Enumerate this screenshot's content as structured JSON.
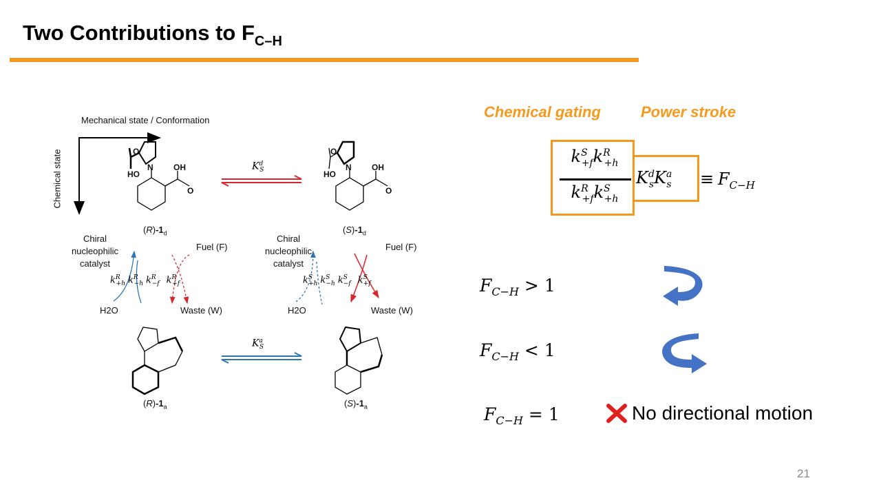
{
  "slide": {
    "title": "Two Contributions to F",
    "title_sub": "C–H",
    "page_number": "21",
    "accent_color": "#F39A1E"
  },
  "diagram": {
    "x_axis_label": "Mechanical state / Conformation",
    "y_axis_label": "Chemical state",
    "compounds": {
      "r_d": {
        "config": "R",
        "label": "-1",
        "sub": "d"
      },
      "s_d": {
        "config": "S",
        "label": "-1",
        "sub": "d"
      },
      "r_a": {
        "config": "R",
        "label": "-1",
        "sub": "a"
      },
      "s_a": {
        "config": "S",
        "label": "-1",
        "sub": "a"
      }
    },
    "atoms": {
      "o": "O",
      "oh": "OH",
      "ho": "HO",
      "n": "N"
    },
    "k_d": {
      "base": "K",
      "sup": "d",
      "sub": "S"
    },
    "k_a": {
      "base": "K",
      "sup": "a",
      "sub": "S"
    },
    "catalyst_lines": [
      "Chiral",
      "nucleophilic",
      "catalyst"
    ],
    "fuel": "Fuel (F)",
    "waste": "Waste (W)",
    "water": "H2O",
    "rates_r": [
      {
        "base": "k",
        "sup": "R",
        "sub": "+h"
      },
      {
        "base": "k",
        "sup": "R",
        "sub": "−h"
      },
      {
        "base": "k",
        "sup": "R",
        "sub": "−f"
      },
      {
        "base": "k",
        "sup": "R",
        "sub": "+f"
      }
    ],
    "rates_s": [
      {
        "base": "k",
        "sup": "S",
        "sub": "+h"
      },
      {
        "base": "k",
        "sup": "S",
        "sub": "−h"
      },
      {
        "base": "k",
        "sup": "S",
        "sub": "−f"
      },
      {
        "base": "k",
        "sup": "S",
        "sub": "+f"
      }
    ],
    "colors": {
      "red": "#D9262B",
      "blue": "#2E75B6"
    }
  },
  "equation": {
    "heading_gating": "Chemical gating",
    "heading_stroke": "Power stroke",
    "numerator": [
      {
        "base": "k",
        "sup": "S",
        "sub": "+f"
      },
      {
        "base": "k",
        "sup": "R",
        "sub": "+h"
      }
    ],
    "denominator": [
      {
        "base": "k",
        "sup": "R",
        "sub": "+f"
      },
      {
        "base": "k",
        "sup": "S",
        "sub": "+h"
      }
    ],
    "power": [
      {
        "base": "K",
        "sup": "d",
        "sub": "s"
      },
      {
        "base": "K",
        "sup": "a",
        "sub": "s"
      }
    ],
    "equiv": "≡",
    "result": {
      "base": "F",
      "sub": "C−H"
    }
  },
  "cases": [
    {
      "var": "F",
      "sub": "C−H",
      "rel": "> 1",
      "icon": "counterclockwise-arrow-icon"
    },
    {
      "var": "F",
      "sub": "C−H",
      "rel": "< 1",
      "icon": "clockwise-arrow-icon"
    },
    {
      "var": "F",
      "sub": "C−H",
      "rel": "= 1",
      "icon": "red-x-icon",
      "note": "No directional motion"
    }
  ],
  "arrow_color": "#4472C4",
  "x_color": "#E02020"
}
